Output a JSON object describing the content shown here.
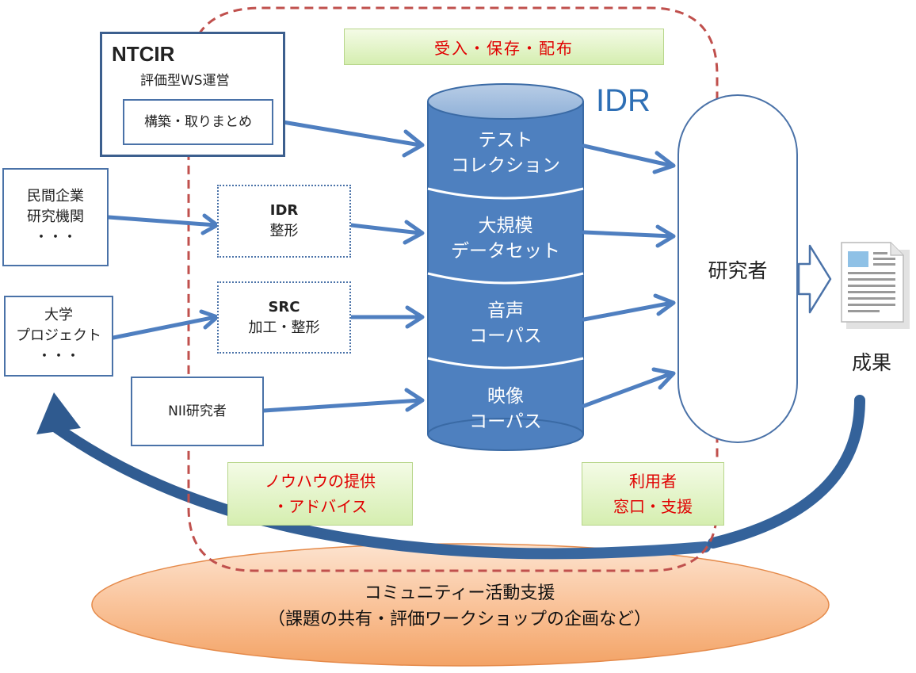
{
  "top_banner": "受入・保存・配布",
  "idr_label": "IDR",
  "ntcir": {
    "title": "NTCIR",
    "subtitle": "評価型WS運営",
    "inner": "構築・取りまとめ"
  },
  "sources": {
    "company": [
      "民間企業",
      "研究機関",
      "・・・"
    ],
    "university": [
      "大学",
      "プロジェクト",
      "・・・"
    ],
    "nii": "NII研究者"
  },
  "processes": {
    "idr": {
      "title": "IDR",
      "sub": "整形"
    },
    "src": {
      "title": "SRC",
      "sub": "加工・整形"
    }
  },
  "database_segments": [
    [
      "テスト",
      "コレクション"
    ],
    [
      "大規模",
      "データセット"
    ],
    [
      "音声",
      "コーパス"
    ],
    [
      "映像",
      "コーパス"
    ]
  ],
  "researcher": "研究者",
  "result": "成果",
  "knowhow": [
    "ノウハウの提供",
    "・アドバイス"
  ],
  "user_support": [
    "利用者",
    "窓口・支援"
  ],
  "community": [
    "コミュニティー活動支援",
    "（課題の共有・評価ワークショップの企画など）"
  ],
  "colors": {
    "box_border": "#4a72a8",
    "arrow": "#4f7fc0",
    "cylinder": "#4e80bf",
    "dashed_region": "#c0504d",
    "highlight_text": "#e00000",
    "ellipse": "#f7b07a"
  }
}
